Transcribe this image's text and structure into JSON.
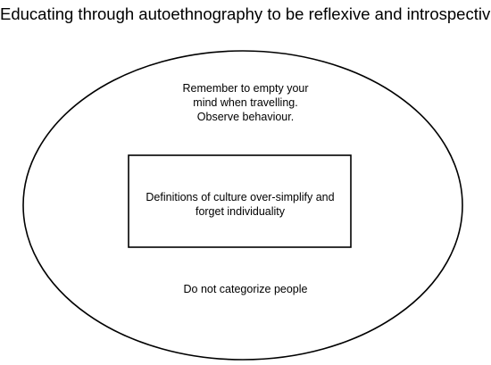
{
  "title": "Educating through autoethnography to be reflexive and introspective",
  "outer_ellipse": {
    "lines": [
      "Remember to empty your",
      "mind when travelling.",
      "Observe behaviour."
    ]
  },
  "inner_box": {
    "lines": [
      "Definitions of culture over-simplify and",
      "forget individuality"
    ]
  },
  "bottom_note": "Do not categorize people",
  "colors": {
    "stroke": "#000000",
    "background": "#ffffff",
    "text": "#000000"
  }
}
